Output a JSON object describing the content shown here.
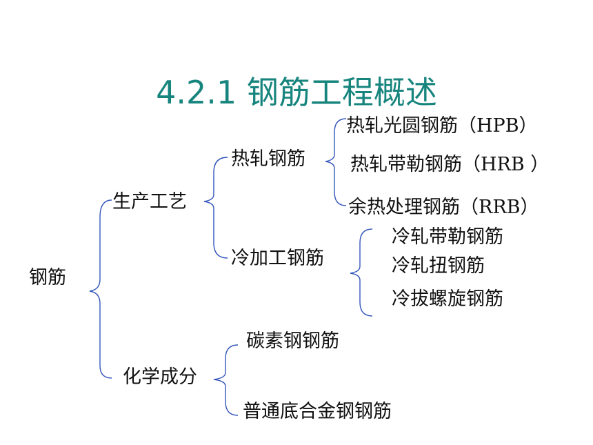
{
  "title": "4.2.1 钢筋工程概述",
  "root": "钢筋",
  "production": {
    "label": "生产工艺",
    "hot_rolled": {
      "label": "热轧钢筋",
      "items": [
        "热轧光圆钢筋（HPB）",
        "热轧带勒钢筋（HRB ）",
        "余热处理钢筋（RRB）"
      ]
    },
    "cold_worked": {
      "label": "冷加工钢筋",
      "items": [
        "冷轧带勒钢筋",
        "冷轧扭钢筋",
        "冷拔螺旋钢筋"
      ]
    }
  },
  "composition": {
    "label": "化学成分",
    "items": [
      "碳素钢钢筋",
      "普通底合金钢钢筋"
    ]
  },
  "colors": {
    "title": "#17857e",
    "bracket": "#3355bb",
    "text": "#111111"
  }
}
